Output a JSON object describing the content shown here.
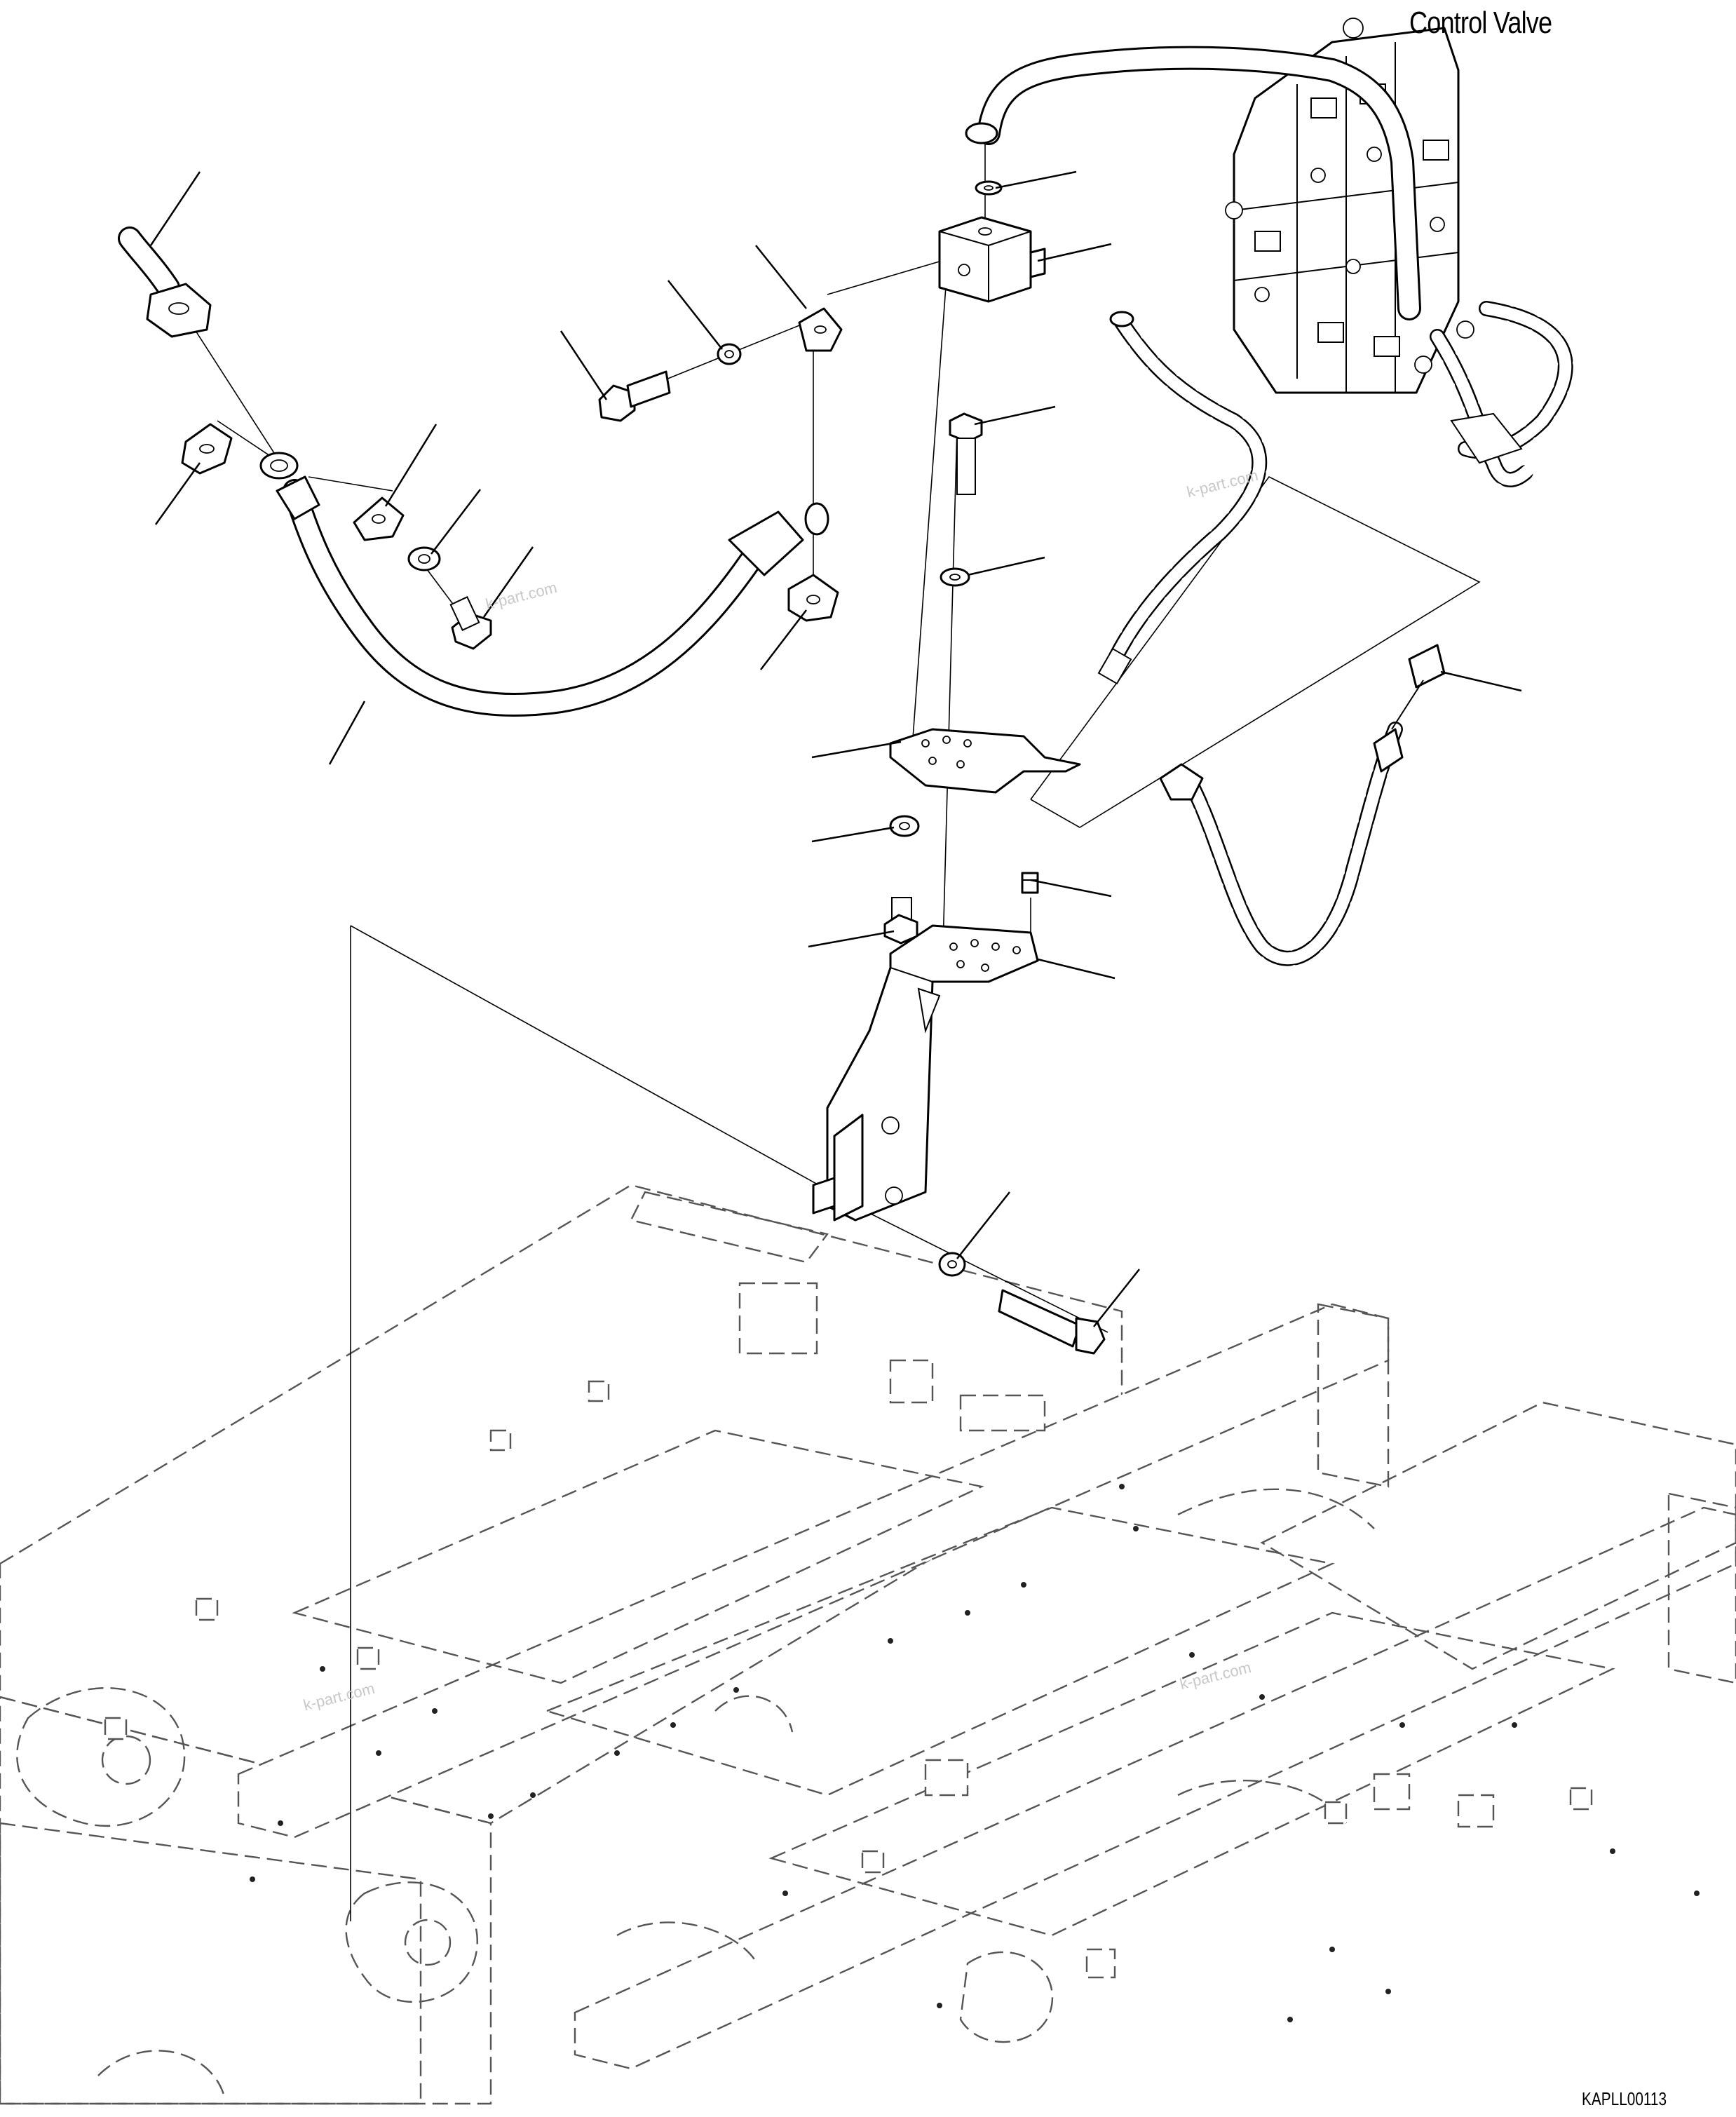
{
  "labels": {
    "control_valve": "Control Valve",
    "drawing_code": "KAPLL00113"
  },
  "watermarks": [
    "k-part.com",
    "k-part.com",
    "k-part.com",
    "k-part.com"
  ],
  "colors": {
    "line": "#000000",
    "frame_dashed": "#555555",
    "watermark": "#c8c8c8",
    "background": "#ffffff"
  },
  "parts": [
    "hose-elbow-top",
    "split-flange-half",
    "suction-hose",
    "split-flange-half-upper",
    "lock-washer",
    "hex-bolt",
    "flange-clamp",
    "clamp-bolt",
    "clamp-washer",
    "split-flange-lower",
    "o-ring",
    "block-joint",
    "long-bolt",
    "spacer-washer",
    "mounting-plate",
    "plate-washer",
    "plate-bolt",
    "set-screw",
    "support-bracket",
    "bracket-washer",
    "bracket-bolt",
    "hose-coupling",
    "drain-hose",
    "control-valve-assembly",
    "revolving-frame"
  ]
}
